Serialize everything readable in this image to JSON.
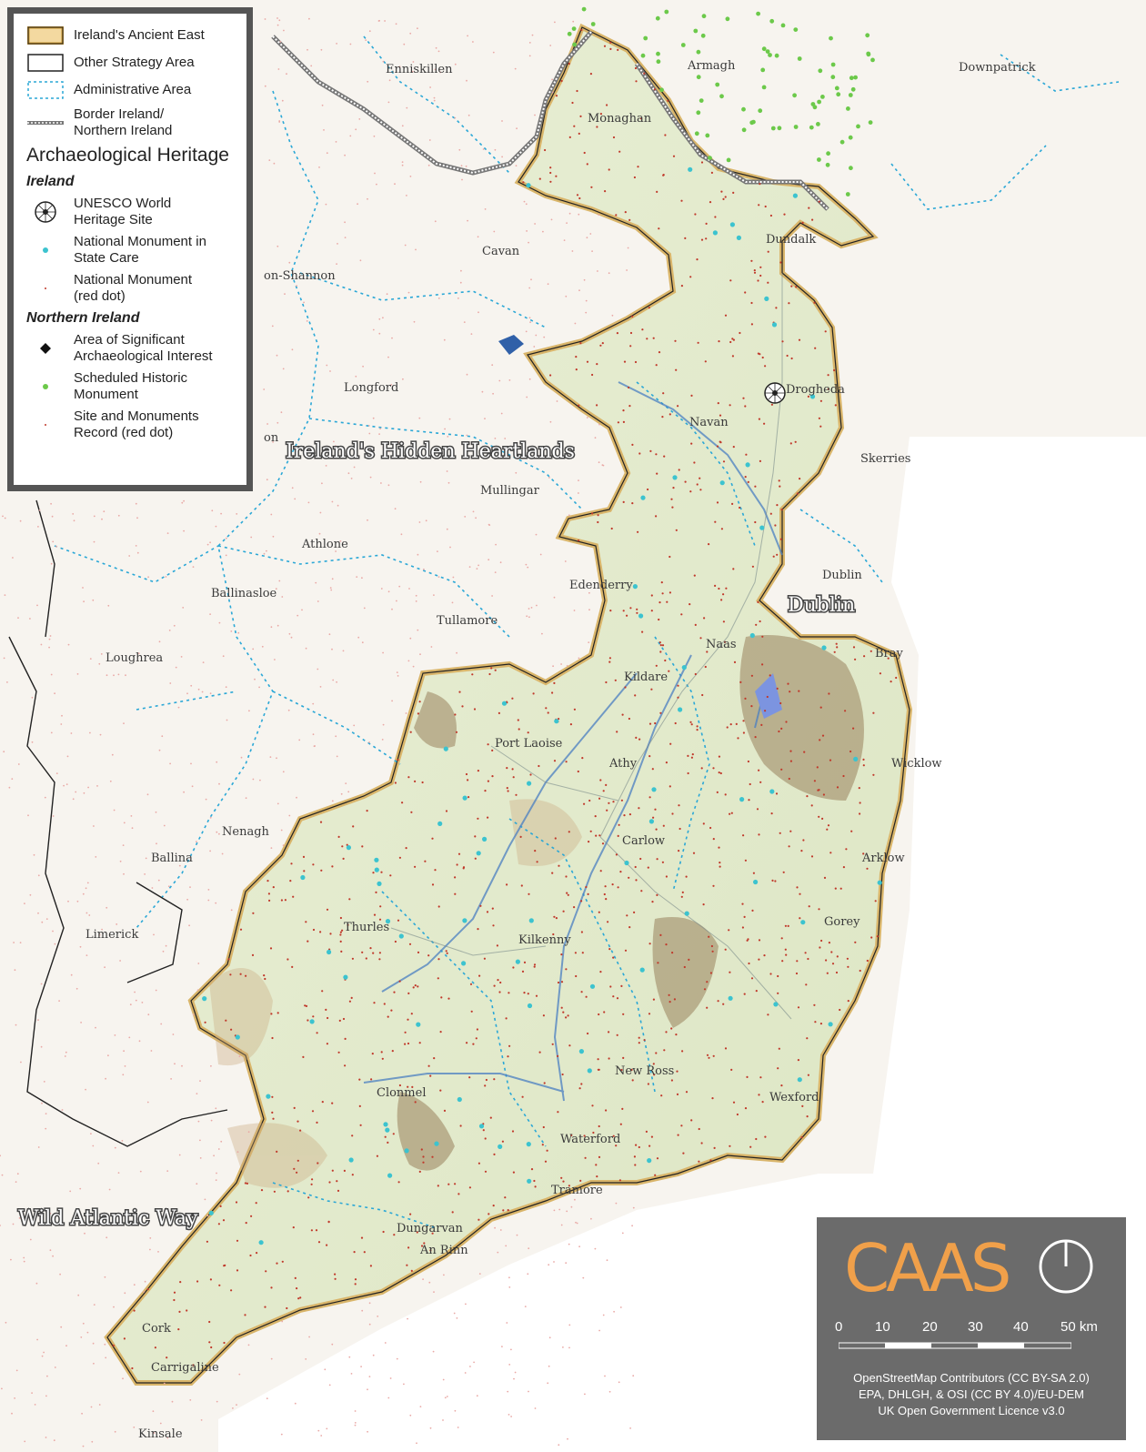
{
  "legend": {
    "items": [
      {
        "label": "Ireland's Ancient East"
      },
      {
        "label": "Other Strategy Area"
      },
      {
        "label": "Administrative Area"
      },
      {
        "label": "Border Ireland/\nNorthern Ireland"
      }
    ],
    "heritage_title": "Archaeological Heritage",
    "ireland_title": "Ireland",
    "ireland_items": [
      {
        "label": "UNESCO World\nHeritage Site"
      },
      {
        "label": "National Monument in\nState Care"
      },
      {
        "label": "National Monument\n(red dot)"
      }
    ],
    "ni_title": "Northern Ireland",
    "ni_items": [
      {
        "label": "Area of Significant\nArchaeological Interest"
      },
      {
        "label": "Scheduled Historic\nMonument"
      },
      {
        "label": "Site and Monuments\nRecord (red dot)"
      }
    ]
  },
  "regions": {
    "ancient_east": "Ireland's Hidden Heartlands",
    "dublin": "Dublin",
    "wild_atlantic": "Wild Atlantic Way"
  },
  "places": [
    "Enniskillen",
    "Armagh",
    "Downpatrick",
    "Monaghan",
    "Dundalk",
    "Cavan",
    "on-Shannon",
    "Longford",
    "Drogheda",
    "Navan",
    "Skerries",
    "Mullingar",
    "Athlone",
    "Edenderry",
    "Dublin",
    "Ballinasloe",
    "Tullamore",
    "Bray",
    "Naas",
    "Loughrea",
    "Kildare",
    "Port Laoise",
    "Athy",
    "Wicklow",
    "Nenagh",
    "Ballina",
    "Carlow",
    "Arklow",
    "Limerick",
    "Thurles",
    "Gorey",
    "Kilkenny",
    "New Ross",
    "Clonmel",
    "Wexford",
    "Waterford",
    "Tramore",
    "Dungarvan",
    "An Rinn",
    "Cork",
    "Carrigaline",
    "Kinsale",
    "on"
  ],
  "credits": {
    "logo": "CAAS",
    "scale": [
      "0",
      "10",
      "20",
      "30",
      "40",
      "50 km"
    ],
    "attribution": [
      "OpenStreetMap Contributors (CC BY-SA 2.0)",
      "EPA, DHLGH, & OSI (CC BY 4.0)/EU-DEM",
      "UK Open Government Licence v3.0"
    ]
  },
  "colors": {
    "ancient_east_fill": "#e6ecd0",
    "ancient_east_border": "#d9b56a",
    "admin_line": "#2aa7d6",
    "border_line": "#777777",
    "monument_red": "#c0392b",
    "monument_cyan": "#3cc3cf",
    "scheduled_green": "#6cc94a",
    "credits_bg": "#6b6b6b",
    "logo": "#f0a04a"
  }
}
